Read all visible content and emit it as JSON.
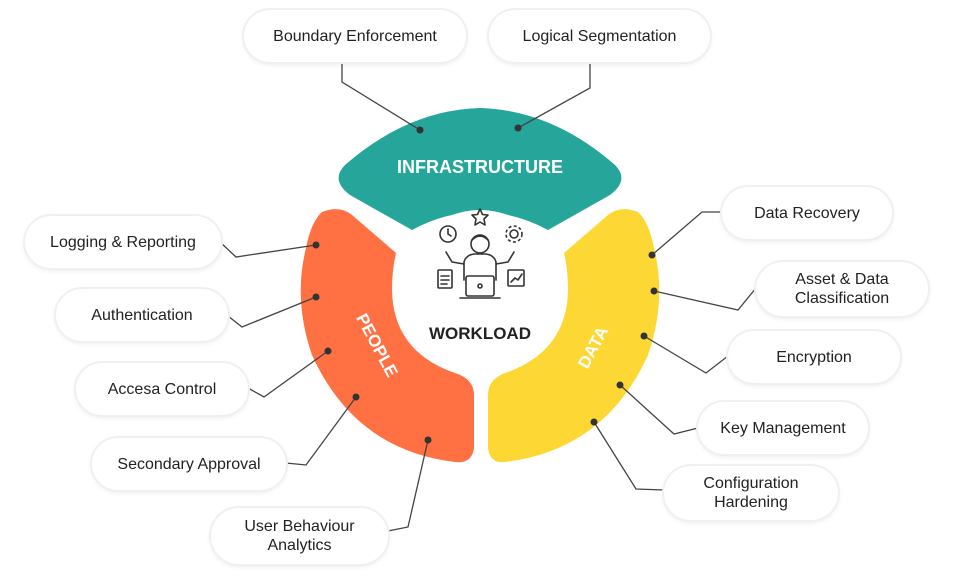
{
  "center": {
    "label": "WORKLOAD"
  },
  "segments": {
    "infrastructure": {
      "label": "INFRASTRUCTURE",
      "color": "#26a69a"
    },
    "people": {
      "label": "PEOPLE",
      "color": "#ff7043"
    },
    "data": {
      "label": "DATA",
      "color": "#fdd835"
    }
  },
  "labels": {
    "boundary_enforcement": "Boundary Enforcement",
    "logical_segmentation": "Logical Segmentation",
    "logging_reporting": "Logging & Reporting",
    "authentication": "Authentication",
    "access_control": "Accesa Control",
    "secondary_approval": "Secondary Approval",
    "user_behaviour_analytics": "User Behaviour\nAnalytics",
    "data_recovery": "Data Recovery",
    "asset_data_classification": "Asset & Data\nClassification",
    "encryption": "Encryption",
    "key_management": "Key Management",
    "configuration_hardening": "Configuration\nHardening"
  },
  "icons": {
    "center": "person-multitasking-icon",
    "clock": "clock-icon",
    "star": "star-icon",
    "gear": "gear-icon",
    "laptop": "laptop-icon",
    "document": "document-icon",
    "chart": "chart-icon"
  },
  "colors": {
    "connector": "#444444",
    "text": "#222222"
  }
}
